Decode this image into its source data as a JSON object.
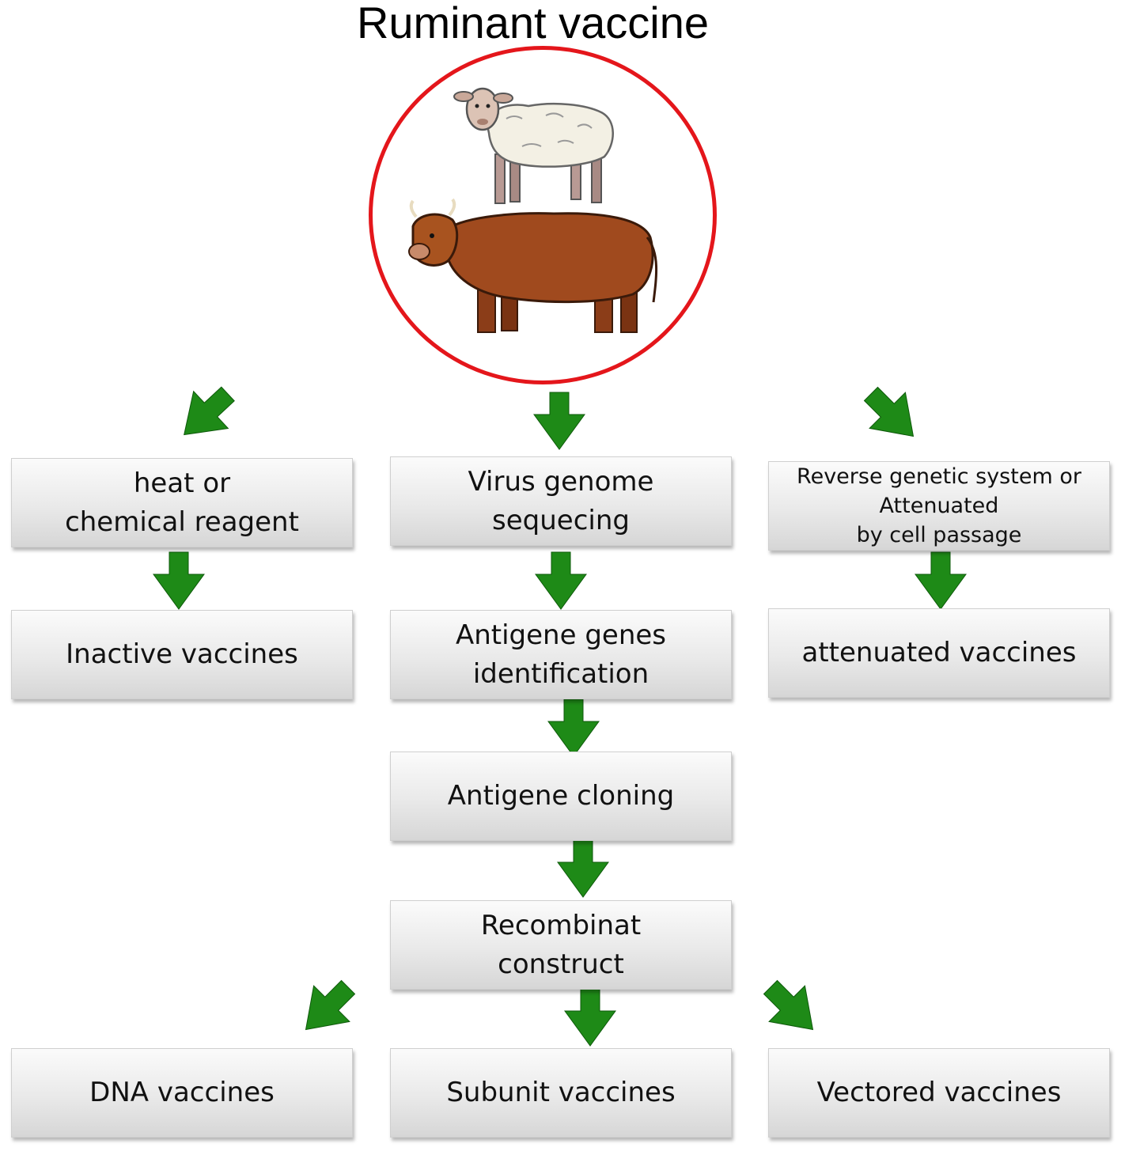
{
  "title": "Ruminant vaccine",
  "colors": {
    "arrow": "#1e8a17",
    "circle": "#e4161b",
    "box_text": "#111111"
  },
  "illustration": {
    "animals": [
      "sheep",
      "cow"
    ]
  },
  "boxes": {
    "heat": "heat or\nchemical reagent",
    "inactive": "Inactive vaccines",
    "virus": "Virus genome\nsequecing",
    "antigene_genes": "Antigene genes\nidentification",
    "cloning": "Antigene cloning",
    "recombinat": "Recombinat\nconstruct",
    "reverse": "Reverse genetic system or\nAttenuated\nby cell passage",
    "attenuated": "attenuated vaccines",
    "dna": "DNA vaccines",
    "subunit": "Subunit vaccines",
    "vectored": "Vectored vaccines"
  }
}
